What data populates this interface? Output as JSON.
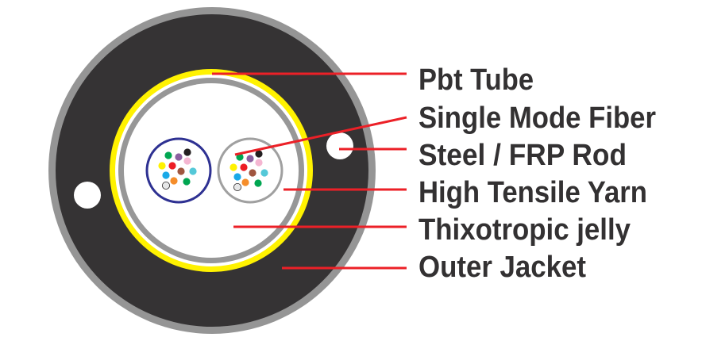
{
  "labels": [
    "Pbt Tube",
    "Single Mode Fiber",
    "Steel / FRP Rod",
    "High Tensile Yarn",
    "Thixotropic jelly",
    "Outer Jacket"
  ],
  "colors": {
    "jacket": "#353334",
    "jacket_rim": "#959595",
    "pbt_tube": "#fff200",
    "yarn": "#979797",
    "tube_left": "#2e3192",
    "tube_right": "#a0a0a0",
    "leader": "#ec2027",
    "text": "#333132"
  },
  "fiber_colors": [
    "#00a651",
    "#8b5fa0",
    "#231f20",
    "#f4b6d1",
    "#fff200",
    "#ed1c24",
    "#a0563f",
    "#54c8d8",
    "#1aa9e8",
    "#f58d2a",
    "#00a651",
    "#e6e7e8"
  ]
}
